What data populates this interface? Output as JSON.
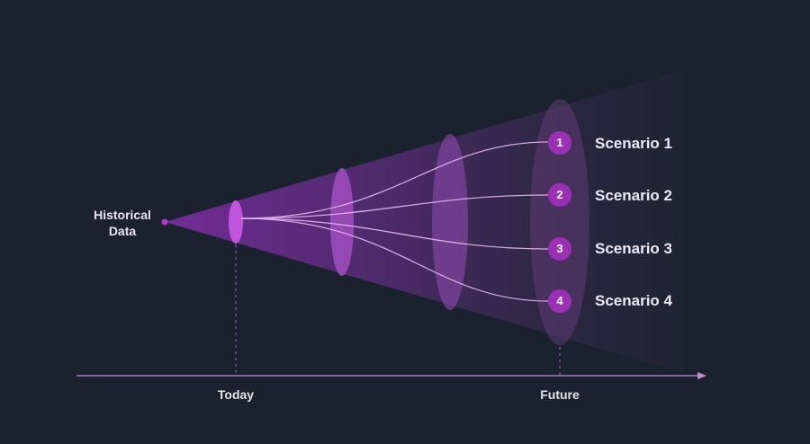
{
  "origin": {
    "label_line1": "Historical",
    "label_line2": "Data"
  },
  "timeline": {
    "start_label": "Today",
    "end_label": "Future"
  },
  "scenarios": [
    {
      "number": "1",
      "label": "Scenario 1"
    },
    {
      "number": "2",
      "label": "Scenario 2"
    },
    {
      "number": "3",
      "label": "Scenario 3"
    },
    {
      "number": "4",
      "label": "Scenario 4"
    }
  ],
  "colors": {
    "background": "#1a232d",
    "accent": "#9b2fb6",
    "cone": "#7a3a9c",
    "line": "#e2b6ee",
    "axis": "#c78ad6"
  }
}
